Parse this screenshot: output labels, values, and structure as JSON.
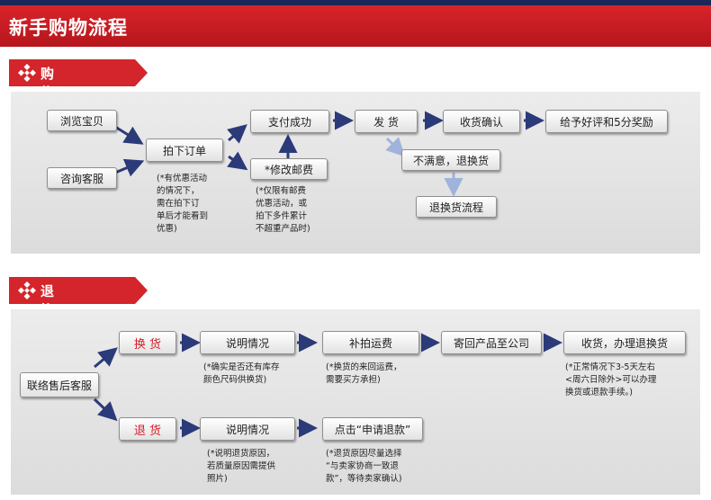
{
  "header": {
    "title": "新手购物流程"
  },
  "section1": {
    "title": "购物流程:"
  },
  "section2": {
    "title": "退换货流程:"
  },
  "flow1": {
    "browse": "浏览宝贝",
    "consult": "咨询客服",
    "order": "拍下订单",
    "pay": "支付成功",
    "modify": "*修改邮费",
    "ship": "发  货",
    "receive": "收货确认",
    "review": "给予好评和5分奖励",
    "unsatisfied": "不满意，退换货",
    "return_flow": "退换货流程",
    "note_order": "(*有优惠活动\n的情况下，\n需在拍下订\n单后才能看到\n优惠)",
    "note_modify": "(*仅限有邮费\n优惠活动，或\n拍下多件累计\n不超重产品时)"
  },
  "flow2": {
    "contact": "联络售后客服",
    "exchange": "换  货",
    "refund": "退  货",
    "explain1": "说明情况",
    "explain2": "说明情况",
    "pay_shipping": "补拍运费",
    "send_back": "寄回产品至公司",
    "receive_process": "收货，办理退换货",
    "apply_refund": "点击“申请退款”",
    "note_explain1": "(*确实是否还有库存\n颜色尺码供换货)",
    "note_pay_shipping": "(*换货的来回运费，\n需要买方承担)",
    "note_receive": "(*正常情况下3-5天左右\n<周六日除外>可以办理\n换货或退款手续。)",
    "note_explain2": "(*说明退货原因，\n若质量原因需提供\n照片)",
    "note_apply": "(*退货原因尽量选择\n“与卖家协商一致退\n款”，等待卖家确认)"
  }
}
